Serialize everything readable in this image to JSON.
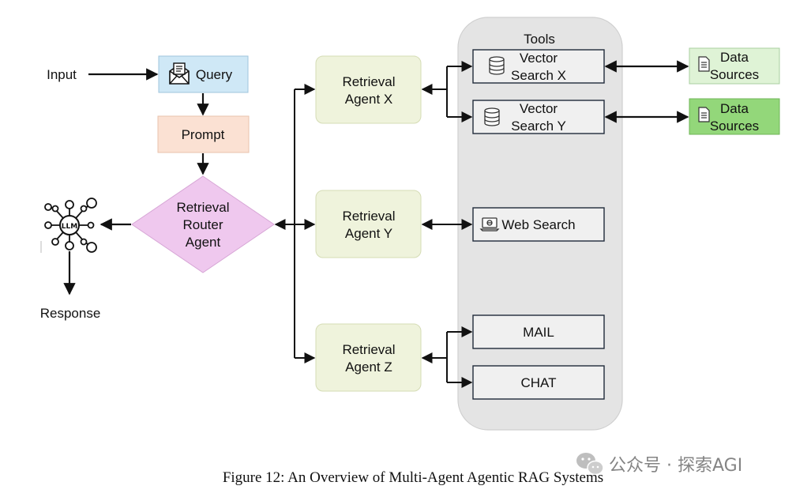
{
  "diagram": {
    "input_label": "Input",
    "query_label": "Query",
    "prompt_label": "Prompt",
    "router_label": [
      "Retrieval",
      "Router",
      "Agent"
    ],
    "llm_label": "LLM",
    "response_label": "Response",
    "agent_x_label": [
      "Retrieval",
      "Agent X"
    ],
    "agent_y_label": [
      "Retrieval",
      "Agent Y"
    ],
    "agent_z_label": [
      "Retrieval",
      "Agent Z"
    ],
    "tools_title": "Tools",
    "vector_x_label": [
      "Vector",
      "Search X"
    ],
    "vector_y_label": [
      "Vector",
      "Search Y"
    ],
    "web_search_label": "Web Search",
    "mail_label": "MAIL",
    "chat_label": "CHAT",
    "data_sources_1_label": [
      "Data",
      "Sources"
    ],
    "data_sources_2_label": [
      "Data",
      "Sources"
    ]
  },
  "caption": "Figure 12: An Overview of Multi-Agent Agentic RAG Systems",
  "watermark": "公众号 · 探索AGI",
  "colors": {
    "query_fill": "#cfe8f6",
    "prompt_fill": "#fbe1d3",
    "router_fill": "#efc8ee",
    "agent_fill": "#eff3dc",
    "tools_panel_fill": "#e4e4e4",
    "tool_box_fill": "#f0f0f0",
    "data_sources_1_fill": "#dff3d6",
    "data_sources_2_fill": "#93d77a",
    "stroke": "#1f2a3a"
  },
  "icons": [
    "mail-icon",
    "database-icon",
    "document-icon",
    "laptop-icon",
    "llm-network-icon",
    "wechat-icon"
  ]
}
